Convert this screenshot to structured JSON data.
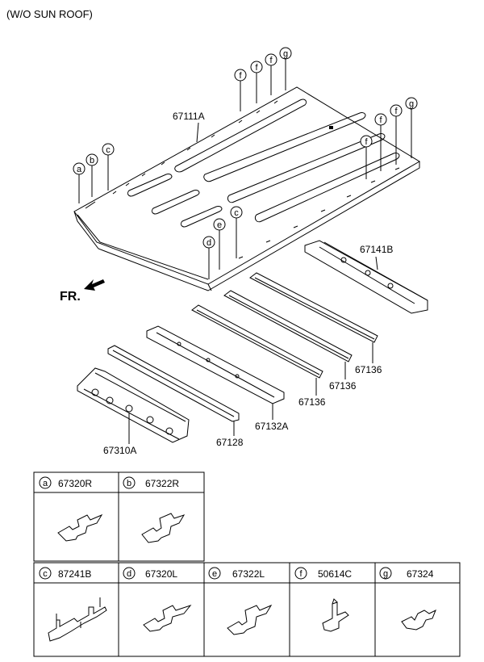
{
  "header": {
    "note": "(W/O SUN ROOF)"
  },
  "front_label": "FR.",
  "parts": {
    "roof_panel": "67111A",
    "rail_rear": "67141B",
    "bow_1": "67136",
    "bow_2": "67136",
    "bow_3": "67136",
    "bow_front_center": "67132A",
    "rail_front_inner": "67128",
    "rail_front": "67310A"
  },
  "callouts": {
    "a": "a",
    "b": "b",
    "c": "c",
    "d": "d",
    "e": "e",
    "f": "f",
    "g": "g"
  },
  "legend": {
    "row1": [
      {
        "letter": "a",
        "part": "67320R"
      },
      {
        "letter": "b",
        "part": "67322R"
      }
    ],
    "row2": [
      {
        "letter": "c",
        "part": "87241B"
      },
      {
        "letter": "d",
        "part": "67320L"
      },
      {
        "letter": "e",
        "part": "67322L"
      },
      {
        "letter": "f",
        "part": "50614C"
      },
      {
        "letter": "g",
        "part": "67324"
      }
    ]
  }
}
